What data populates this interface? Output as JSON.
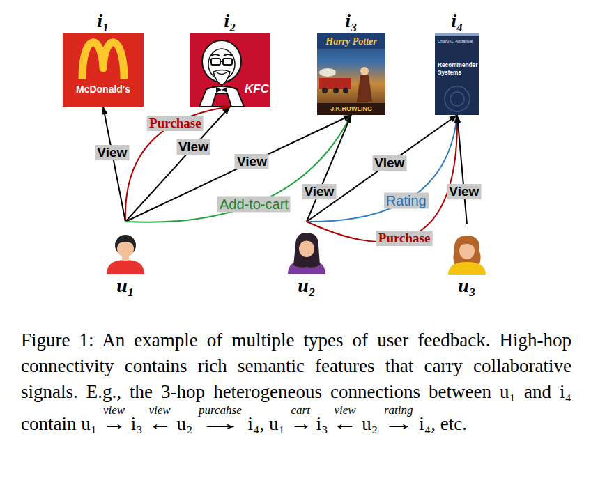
{
  "diagram": {
    "caption": "Figure 1: An example of multiple types of user feedback. High-hop connectivity contains rich semantic features that carry collaborative signals. E.g., the 3-hop heterogeneous connections between u₁ and i₄ contain u₁ →view i₃ ←view u₂ →purcahse i₄, u₁ →cart i₃ ←view u₂ →rating i₄, etc.",
    "nodes": [
      {
        "text": [
          "i₁",
          "McDonald's"
        ]
      },
      {
        "text": [
          "i₂",
          "KFC"
        ]
      },
      {
        "text": [
          "i₃",
          "Harry Potter",
          "J.K.ROWLING"
        ]
      },
      {
        "text": [
          "i₄",
          "Charu C. Aggarwal",
          "Recommender Systems"
        ]
      },
      {
        "text": [
          "u₁"
        ]
      },
      {
        "text": [
          "u₂"
        ]
      },
      {
        "text": [
          "u₃"
        ]
      }
    ],
    "edges": [
      {
        "from": 4,
        "to": 0,
        "arrow": "to",
        "label": "View"
      },
      {
        "from": 4,
        "to": 1,
        "arrow": "to",
        "label": "Purchase"
      },
      {
        "from": 4,
        "to": 1,
        "arrow": "to",
        "label": "View"
      },
      {
        "from": 4,
        "to": 2,
        "arrow": "to",
        "label": "View"
      },
      {
        "from": 4,
        "to": 2,
        "arrow": "to",
        "label": "Add-to-cart"
      },
      {
        "from": 5,
        "to": 2,
        "arrow": "to",
        "label": "View"
      },
      {
        "from": 5,
        "to": 3,
        "arrow": "to",
        "label": "View"
      },
      {
        "from": 5,
        "to": 3,
        "arrow": "to",
        "label": "Rating"
      },
      {
        "from": 5,
        "to": 3,
        "arrow": "to",
        "label": "Purchase"
      },
      {
        "from": 6,
        "to": 3,
        "arrow": "to",
        "label": "View"
      }
    ]
  }
}
